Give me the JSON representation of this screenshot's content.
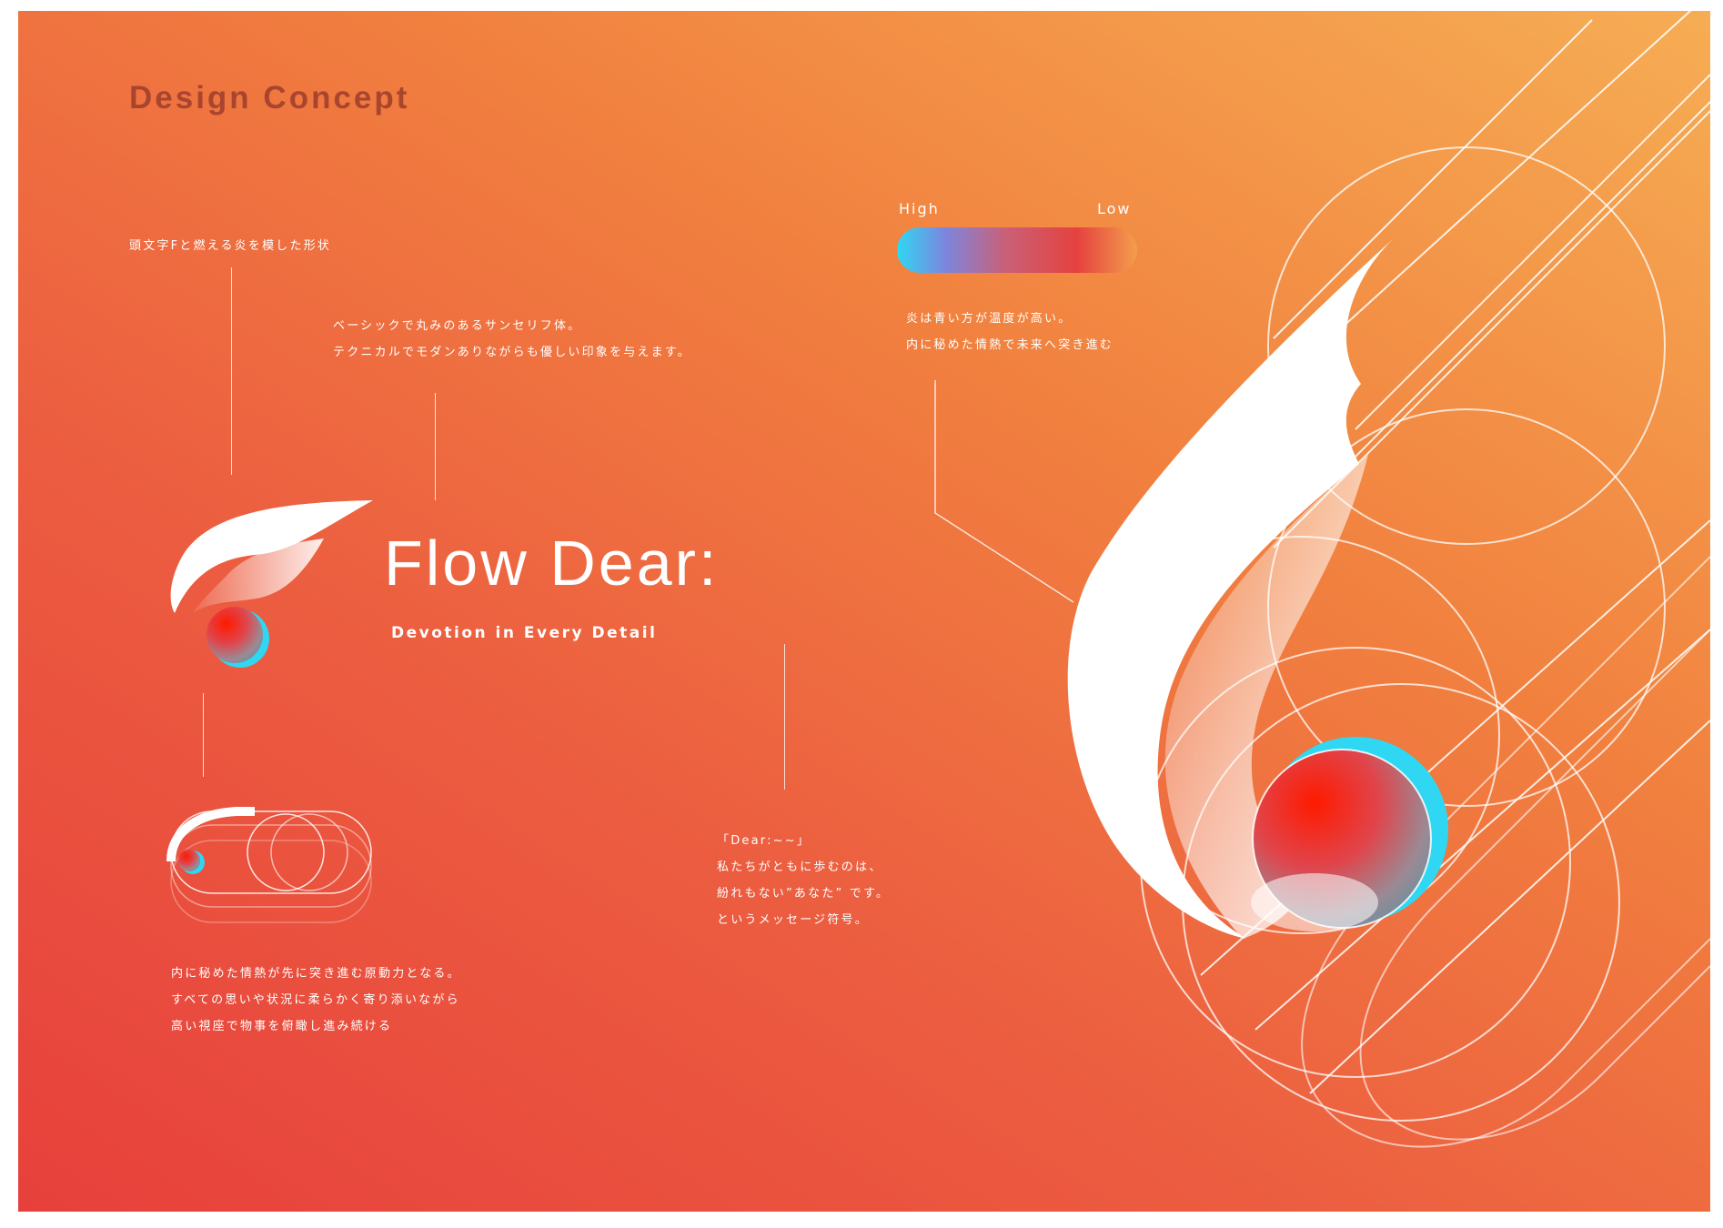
{
  "header": {
    "title": "Design Concept"
  },
  "brand": {
    "name": "Flow Dear:",
    "tagline": "Devotion in Every Detail"
  },
  "annotations": {
    "shape": "頭文字Fと燃える炎を模した形状",
    "font_line1": "ベーシックで丸みのあるサンセリフ体。",
    "font_line2": "テクニカルでモダンありながらも優しい印象を与えます。",
    "color_line1": "炎は青い方が温度が高い。",
    "color_line2": "内に秘めた情熱で未来へ突き進む",
    "dear_line1": "「Dear:~~」",
    "dear_line2": "私たちがともに歩むのは、",
    "dear_line3": "紛れもない”あなた” です。",
    "dear_line4": "というメッセージ符号。",
    "passion_line1": "内に秘めた情熱が先に突き進む原動力となる。",
    "passion_line2": "すべての思いや状況に柔らかく寄り添いながら",
    "passion_line3": "高い視座で物事を俯瞰し進み続ける"
  },
  "legend": {
    "high": "High",
    "low": "Low"
  },
  "colors": {
    "white": "#ffffff",
    "cyan": "#2fd7f2",
    "red": "#ff1a00",
    "title": "#a9452f"
  },
  "icons": [
    "logo-f-flame-icon",
    "construction-small-icon",
    "construction-large-icon"
  ]
}
